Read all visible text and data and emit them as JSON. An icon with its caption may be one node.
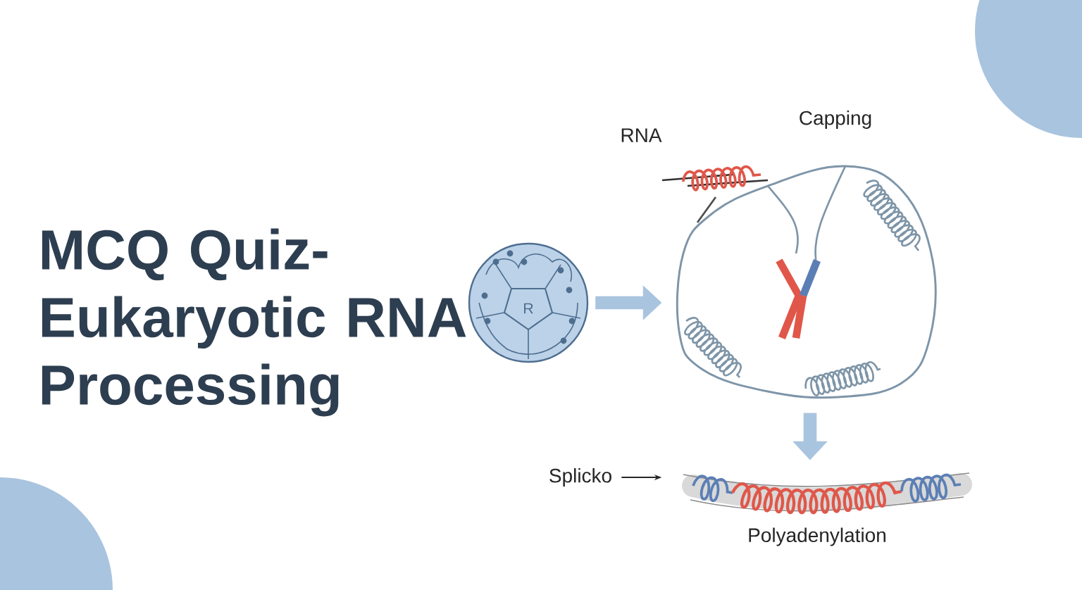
{
  "diagram": {
    "title": "MCQ Quiz- Eukaryotic RNA Processing",
    "nodes": [
      {
        "text": [
          "R"
        ]
      },
      {
        "text": [],
        "shape": "picture"
      },
      {
        "text": [],
        "shape": "picture",
        "beside": [
          "Polyadenylation"
        ]
      },
      {
        "text": [
          "Splicko"
        ]
      }
    ],
    "edges": [
      {
        "from": 0,
        "to": 1,
        "arrow": "to"
      },
      {
        "from": 1,
        "to": 2,
        "arrow": "to"
      },
      {
        "from": 3,
        "to": 2,
        "arrow": "to",
        "color": "#262626"
      }
    ],
    "labels": [
      "RNA",
      "Capping"
    ]
  }
}
